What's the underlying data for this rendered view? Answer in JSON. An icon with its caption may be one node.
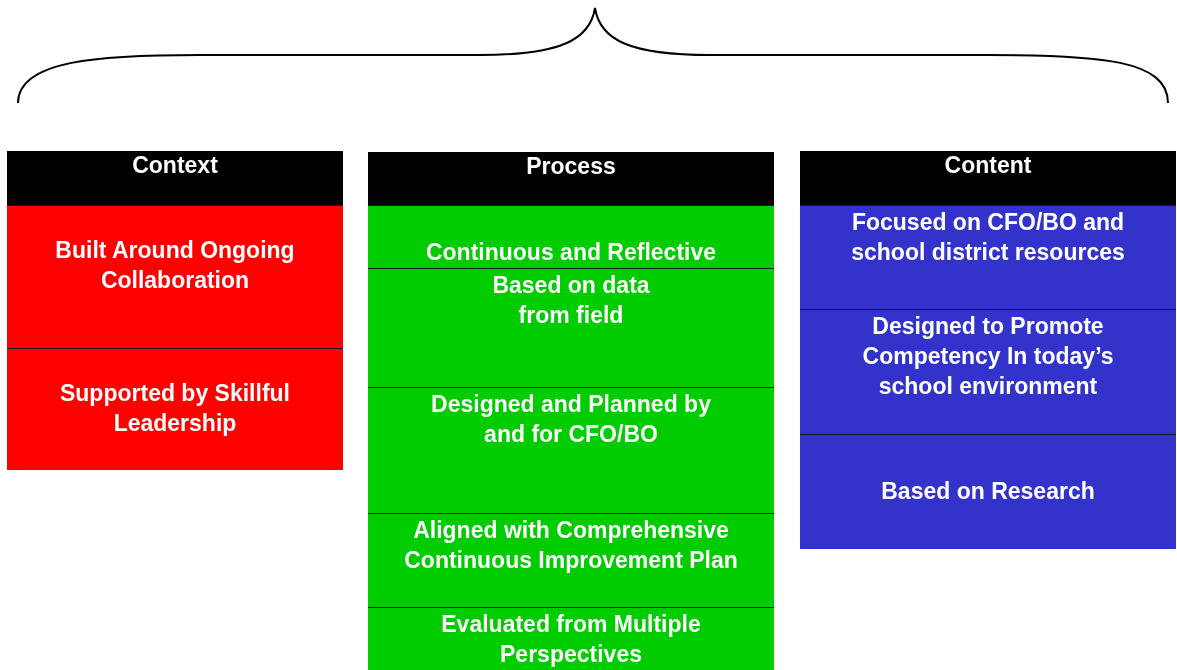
{
  "diagram": {
    "nodes": [
      {
        "text": [
          "Context"
        ]
      },
      {
        "text": [
          "Built Around  Ongoing Collaboration"
        ]
      },
      {
        "text": [
          "Supported by Skillful Leadership"
        ]
      },
      {
        "text": [
          "Process"
        ]
      },
      {
        "text": [
          "Continuous and Reflective"
        ]
      },
      {
        "text": [
          "Based on data from field"
        ]
      },
      {
        "text": [
          "Designed and Planned by and for CFO/BO"
        ]
      },
      {
        "text": [
          "Aligned with Comprehensive Continuous Improvement Plan"
        ]
      },
      {
        "text": [
          "Evaluated from Multiple Perspectives"
        ]
      },
      {
        "text": [
          "Content"
        ]
      },
      {
        "text": [
          "Focused on CFO/BO and school district resources"
        ]
      },
      {
        "text": [
          "Designed to Promote Competency In today’s school environment"
        ]
      },
      {
        "text": [
          "Based on Research"
        ]
      }
    ]
  }
}
